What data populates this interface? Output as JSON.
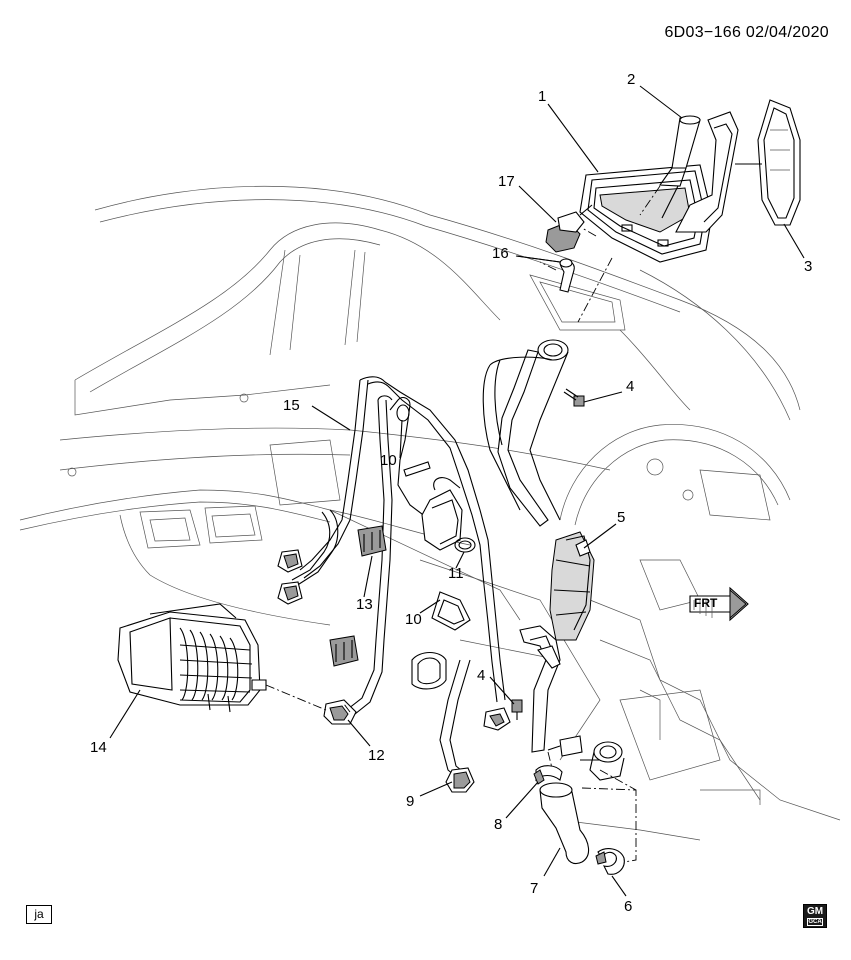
{
  "header": {
    "diagram_code": "6D03−166  02/04/2020"
  },
  "callouts": [
    "1",
    "2",
    "3",
    "4",
    "5",
    "6",
    "7",
    "8",
    "9",
    "10",
    "11",
    "12",
    "13",
    "14",
    "15",
    "16",
    "17",
    "4",
    "10"
  ],
  "orientation_label": "FRT",
  "footer": {
    "left_tag": "ja",
    "logo_text": "GM",
    "logo_subtext": "GCA"
  }
}
